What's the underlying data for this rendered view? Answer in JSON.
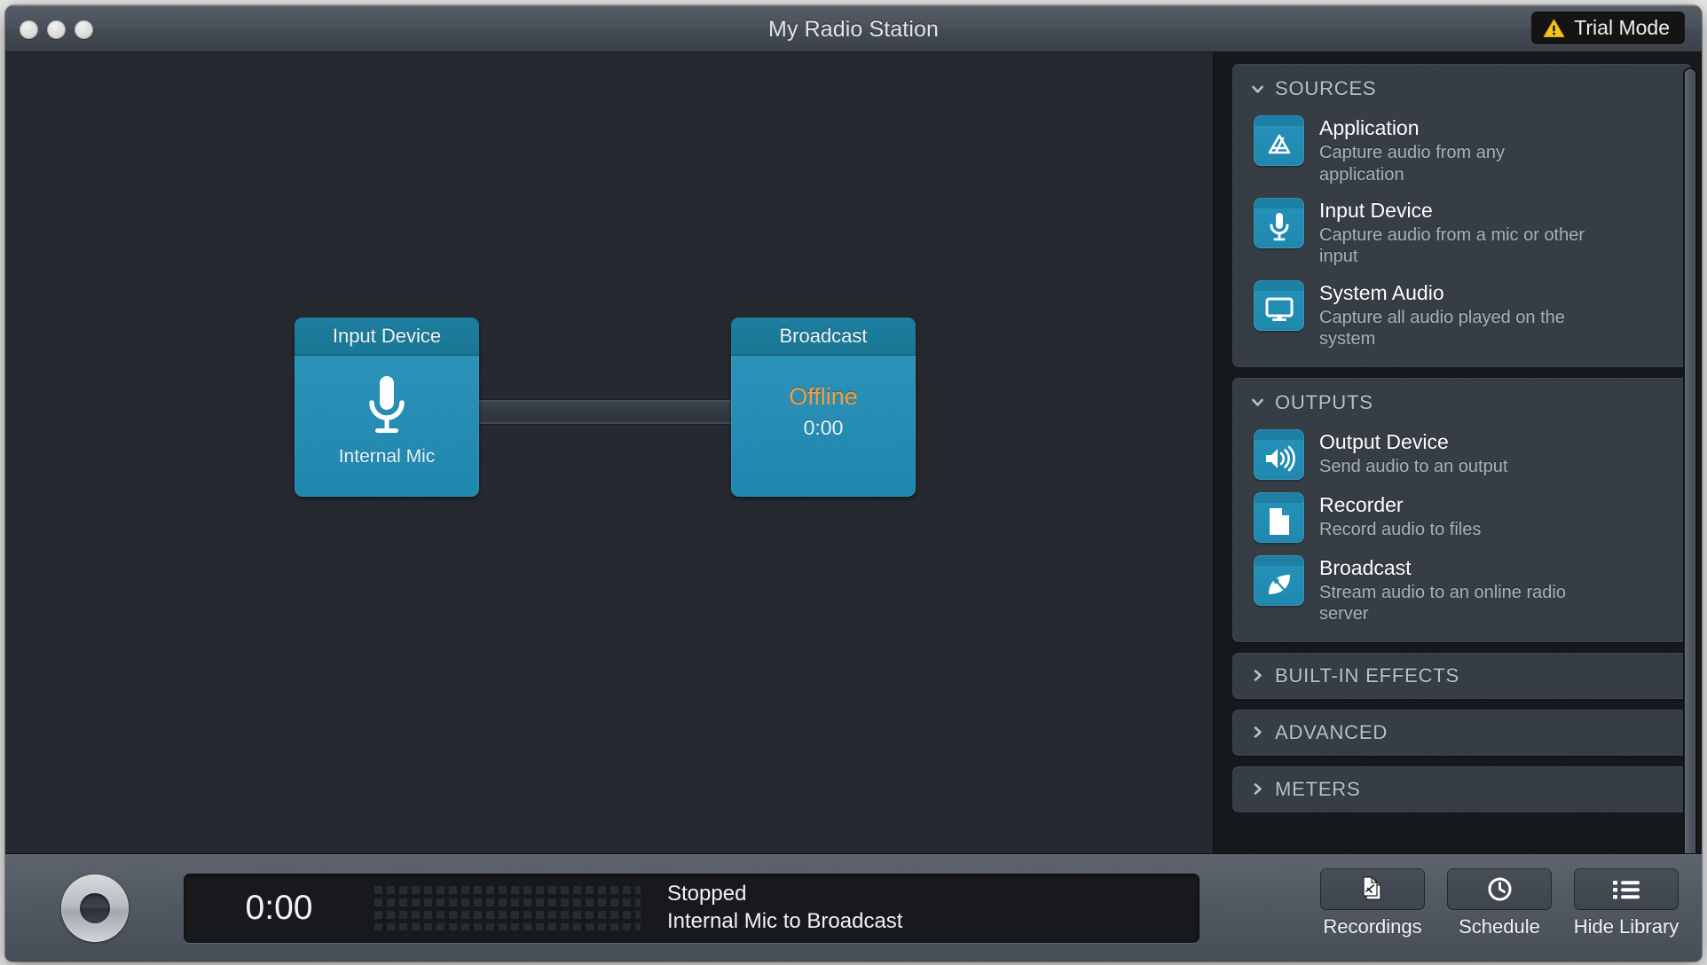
{
  "window": {
    "title": "My Radio Station",
    "trial_badge": {
      "label": "Trial Mode",
      "icon": "warning-triangle-icon",
      "bg": "#141414",
      "icon_color": "#f5c518"
    }
  },
  "canvas": {
    "nodes": [
      {
        "title": "Input Device",
        "icon": "microphone-icon",
        "subtitle": "Internal Mic",
        "status": null,
        "time": null
      },
      {
        "title": "Broadcast",
        "icon": null,
        "subtitle": null,
        "status": "Offline",
        "status_color": "#f79b3c",
        "time": "0:00"
      }
    ],
    "connection": {
      "from": "Input Device",
      "to": "Broadcast"
    }
  },
  "library": {
    "sections": [
      {
        "title": "SOURCES",
        "expanded": true,
        "chevron": "chevron-down-icon",
        "items": [
          {
            "name": "Application",
            "desc": "Capture audio from any application",
            "icon": "app-store-icon"
          },
          {
            "name": "Input Device",
            "desc": "Capture audio from a mic or other input",
            "icon": "microphone-icon"
          },
          {
            "name": "System Audio",
            "desc": "Capture all audio played on the system",
            "icon": "display-icon"
          }
        ]
      },
      {
        "title": "OUTPUTS",
        "expanded": true,
        "chevron": "chevron-down-icon",
        "items": [
          {
            "name": "Output Device",
            "desc": "Send audio to an output",
            "icon": "speaker-icon"
          },
          {
            "name": "Recorder",
            "desc": "Record audio to files",
            "icon": "document-icon"
          },
          {
            "name": "Broadcast",
            "desc": "Stream audio to an online radio server",
            "icon": "satellite-dish-icon"
          }
        ]
      },
      {
        "title": "BUILT-IN EFFECTS",
        "expanded": false,
        "chevron": "chevron-right-icon",
        "items": []
      },
      {
        "title": "ADVANCED",
        "expanded": false,
        "chevron": "chevron-right-icon",
        "items": []
      },
      {
        "title": "METERS",
        "expanded": false,
        "chevron": "chevron-right-icon",
        "items": []
      }
    ]
  },
  "toolbar": {
    "record_button": "record-button",
    "elapsed": "0:00",
    "status_line1": "Stopped",
    "status_line2": "Internal Mic to Broadcast",
    "buttons": [
      {
        "label": "Recordings",
        "icon": "recordings-document-icon"
      },
      {
        "label": "Schedule",
        "icon": "clock-icon"
      },
      {
        "label": "Hide Library",
        "icon": "list-icon"
      }
    ]
  }
}
